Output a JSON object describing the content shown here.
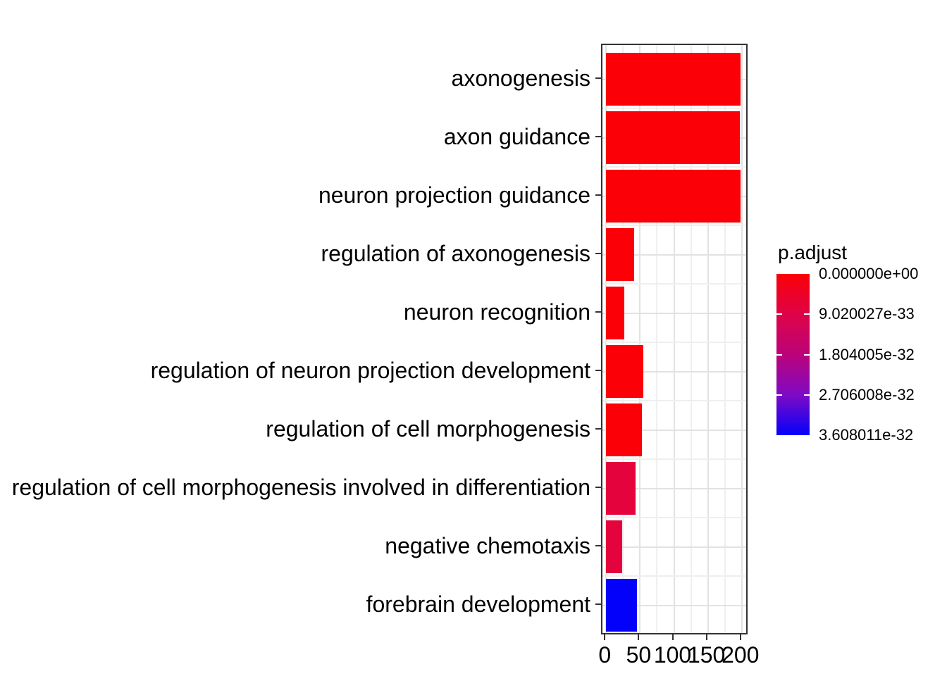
{
  "chart_data": {
    "type": "bar",
    "orientation": "horizontal",
    "title": "",
    "xlabel": "",
    "ylabel": "",
    "categories": [
      "axonogenesis",
      "axon guidance",
      "neuron projection guidance",
      "regulation of axonogenesis",
      "neuron recognition",
      "regulation of neuron projection development",
      "regulation of cell morphogenesis",
      "regulation of cell morphogenesis involved in differentiation",
      "negative chemotaxis",
      "forebrain development"
    ],
    "values": [
      198,
      197,
      198,
      41,
      27,
      55,
      53,
      43,
      24,
      45
    ],
    "bar_colors": [
      "#fb0007",
      "#fb0007",
      "#fb0007",
      "#fb0007",
      "#fb0007",
      "#fb0007",
      "#fb0007",
      "#e5033e",
      "#e5033e",
      "#0401fb"
    ],
    "axis_range": [
      0,
      200
    ],
    "x_tick_labels": [
      "0",
      "50",
      "100",
      "150",
      "200"
    ],
    "x_major_ticks": [
      0,
      50,
      100,
      150,
      200
    ],
    "x_minor_ticks": [
      25,
      75,
      125,
      175
    ],
    "grid": true,
    "legend_position": "right",
    "legend": {
      "title": "p.adjust",
      "tick_labels": [
        "0.000000e+00",
        "9.020027e-33",
        "1.804005e-32",
        "2.706008e-32",
        "3.608011e-32"
      ],
      "gradient_stops": [
        "#fb0007",
        "#df0347",
        "#bb0379",
        "#7f0ac4",
        "#0401fb"
      ]
    },
    "colors": {
      "bar_red": "#fb0007",
      "bar_crimson": "#e5033e",
      "bar_blue": "#0401fb",
      "panel_border": "#333333",
      "grid_major": "#e2e2e2",
      "grid_minor": "#efefef",
      "text": "#000000",
      "background": "#ffffff"
    }
  }
}
